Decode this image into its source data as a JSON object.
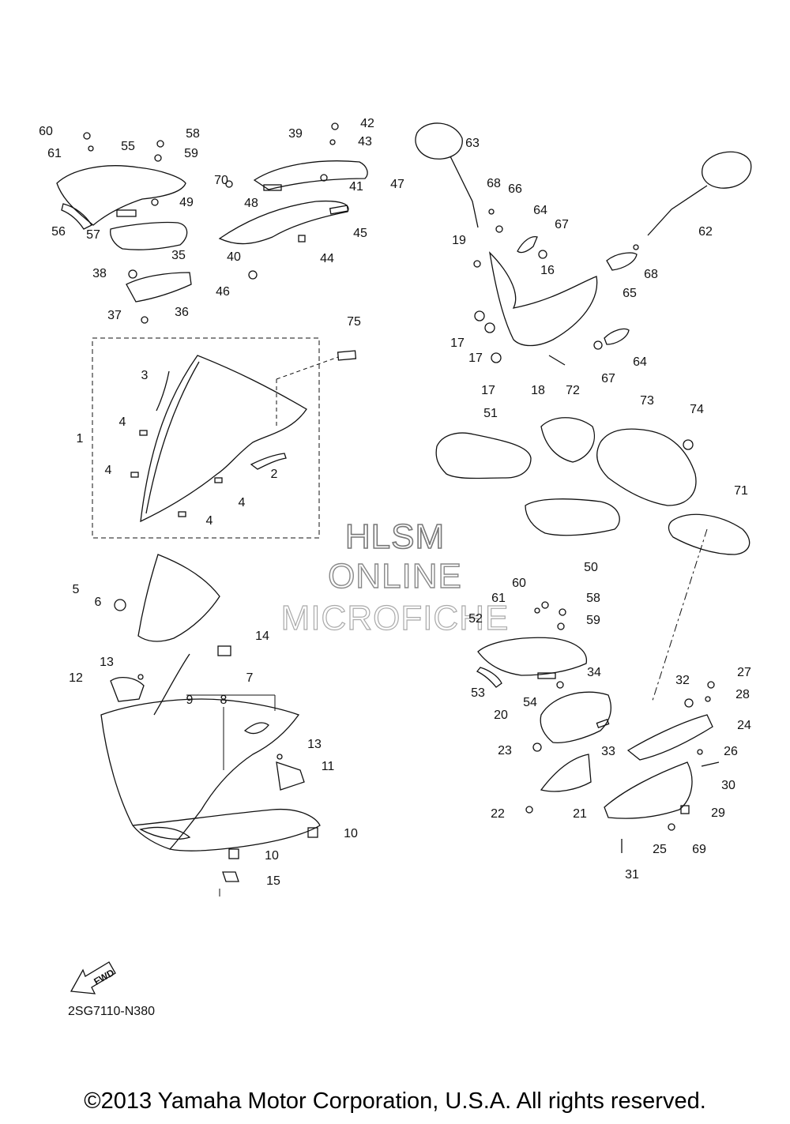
{
  "watermark": {
    "line1": "HLSM",
    "line2": "ONLINE",
    "line3": "MICROFICHE"
  },
  "diagram_code": "2SG7110-N380",
  "fwd_label": "FWD",
  "copyright": "©2013 Yamaha Motor Corporation, U.S.A. All rights reserved.",
  "callouts": [
    "1",
    "2",
    "3",
    "4",
    "5",
    "6",
    "7",
    "8",
    "9",
    "10",
    "11",
    "12",
    "13",
    "14",
    "15",
    "16",
    "17",
    "18",
    "19",
    "20",
    "21",
    "22",
    "23",
    "24",
    "25",
    "26",
    "27",
    "28",
    "29",
    "30",
    "31",
    "32",
    "33",
    "34",
    "35",
    "36",
    "37",
    "38",
    "39",
    "40",
    "41",
    "42",
    "43",
    "44",
    "45",
    "46",
    "47",
    "48",
    "49",
    "50",
    "51",
    "52",
    "53",
    "54",
    "55",
    "56",
    "57",
    "58",
    "59",
    "60",
    "61",
    "62",
    "63",
    "64",
    "65",
    "66",
    "67",
    "68",
    "69",
    "70",
    "71",
    "72",
    "73",
    "74",
    "75"
  ]
}
